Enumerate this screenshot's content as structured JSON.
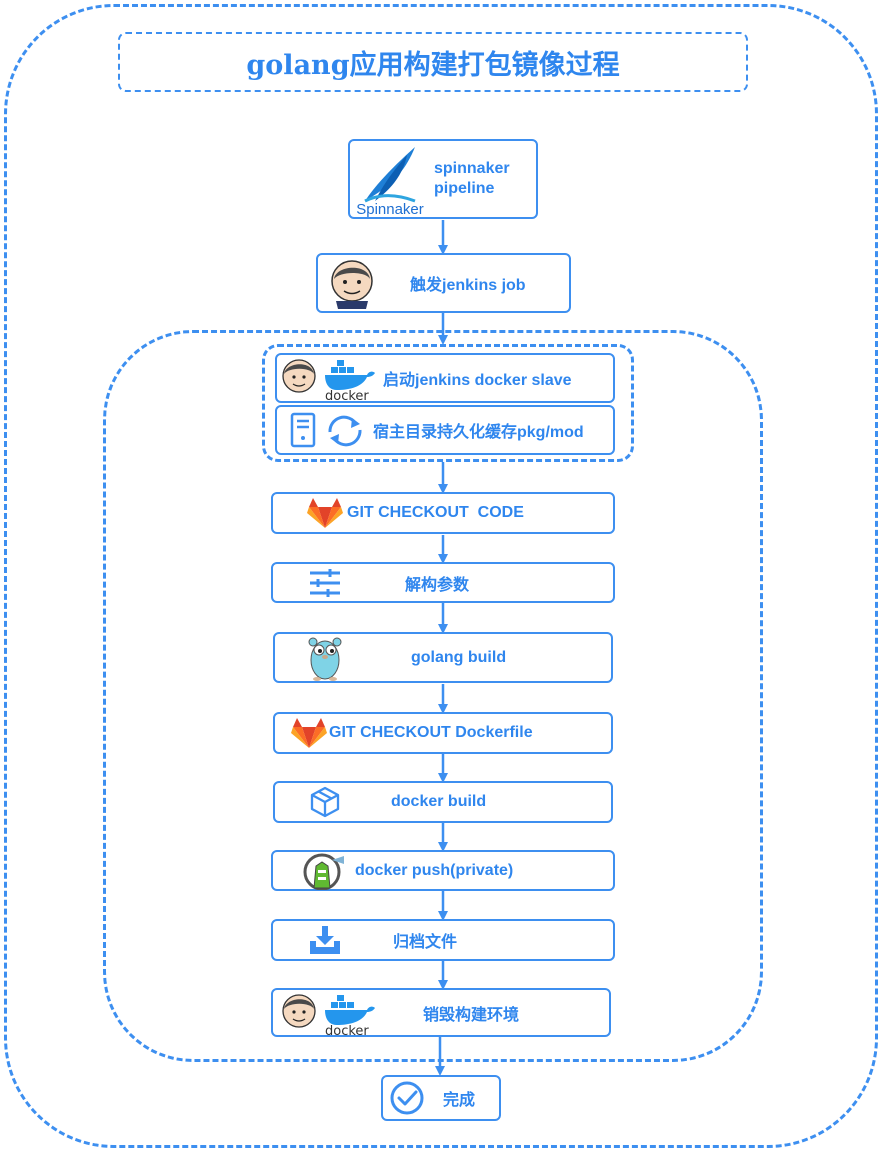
{
  "title": "golang应用构建打包镜像过程",
  "colors": {
    "accent": "#3d8ff0",
    "text": "#2f86ee",
    "gitlab": "#fc6d26",
    "gopher": "#7fd3e6"
  },
  "nodes": {
    "spinnaker": {
      "line1": "spinnaker",
      "line2": "pipeline",
      "logo_text": "Spinnaker",
      "icon": "spinnaker-logo"
    },
    "trigger": {
      "label": "触发jenkins job",
      "icon": "jenkins-logo"
    },
    "slave": {
      "label": "启动jenkins docker slave",
      "icon": "jenkins-docker-logo",
      "docker_text": "docker"
    },
    "cache": {
      "label": "宿主目录持久化缓存pkg/mod",
      "icon": "server-sync-icon"
    },
    "checkout_code": {
      "label": "GIT CHECKOUT  CODE",
      "icon": "gitlab-logo"
    },
    "params": {
      "label": "解构参数",
      "icon": "sliders-icon"
    },
    "go_build": {
      "label": "golang build",
      "icon": "gopher-icon"
    },
    "checkout_dockerfile": {
      "label": "GIT CHECKOUT Dockerfile",
      "icon": "gitlab-logo"
    },
    "docker_build": {
      "label": "docker build",
      "icon": "cube-icon"
    },
    "docker_push": {
      "label": "docker push(private)",
      "icon": "harbor-logo"
    },
    "archive": {
      "label": "归档文件",
      "icon": "download-tray-icon"
    },
    "destroy": {
      "label": "销毁构建环境",
      "icon": "jenkins-docker-logo",
      "docker_text": "docker"
    },
    "done": {
      "label": "完成",
      "icon": "check-circle-icon"
    }
  }
}
